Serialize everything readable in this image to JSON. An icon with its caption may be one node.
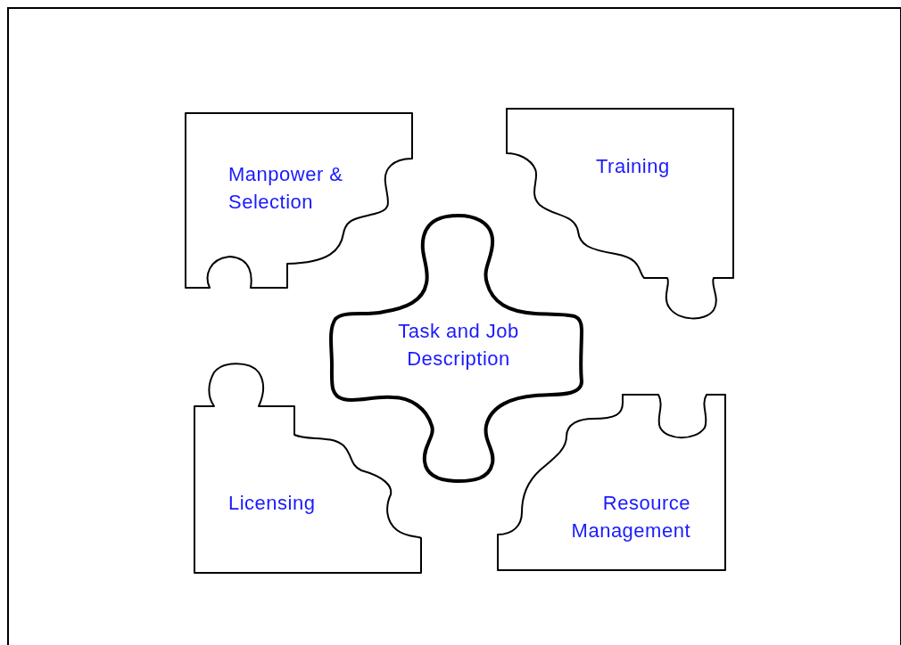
{
  "diagram": {
    "nodes": [
      {
        "text": [
          "Manpower & Selection"
        ]
      },
      {
        "text": [
          "Training"
        ]
      },
      {
        "text": [
          "Task and Job Description"
        ]
      },
      {
        "text": [
          "Licensing"
        ]
      },
      {
        "text": [
          "Resource Management"
        ]
      }
    ],
    "edges": []
  }
}
